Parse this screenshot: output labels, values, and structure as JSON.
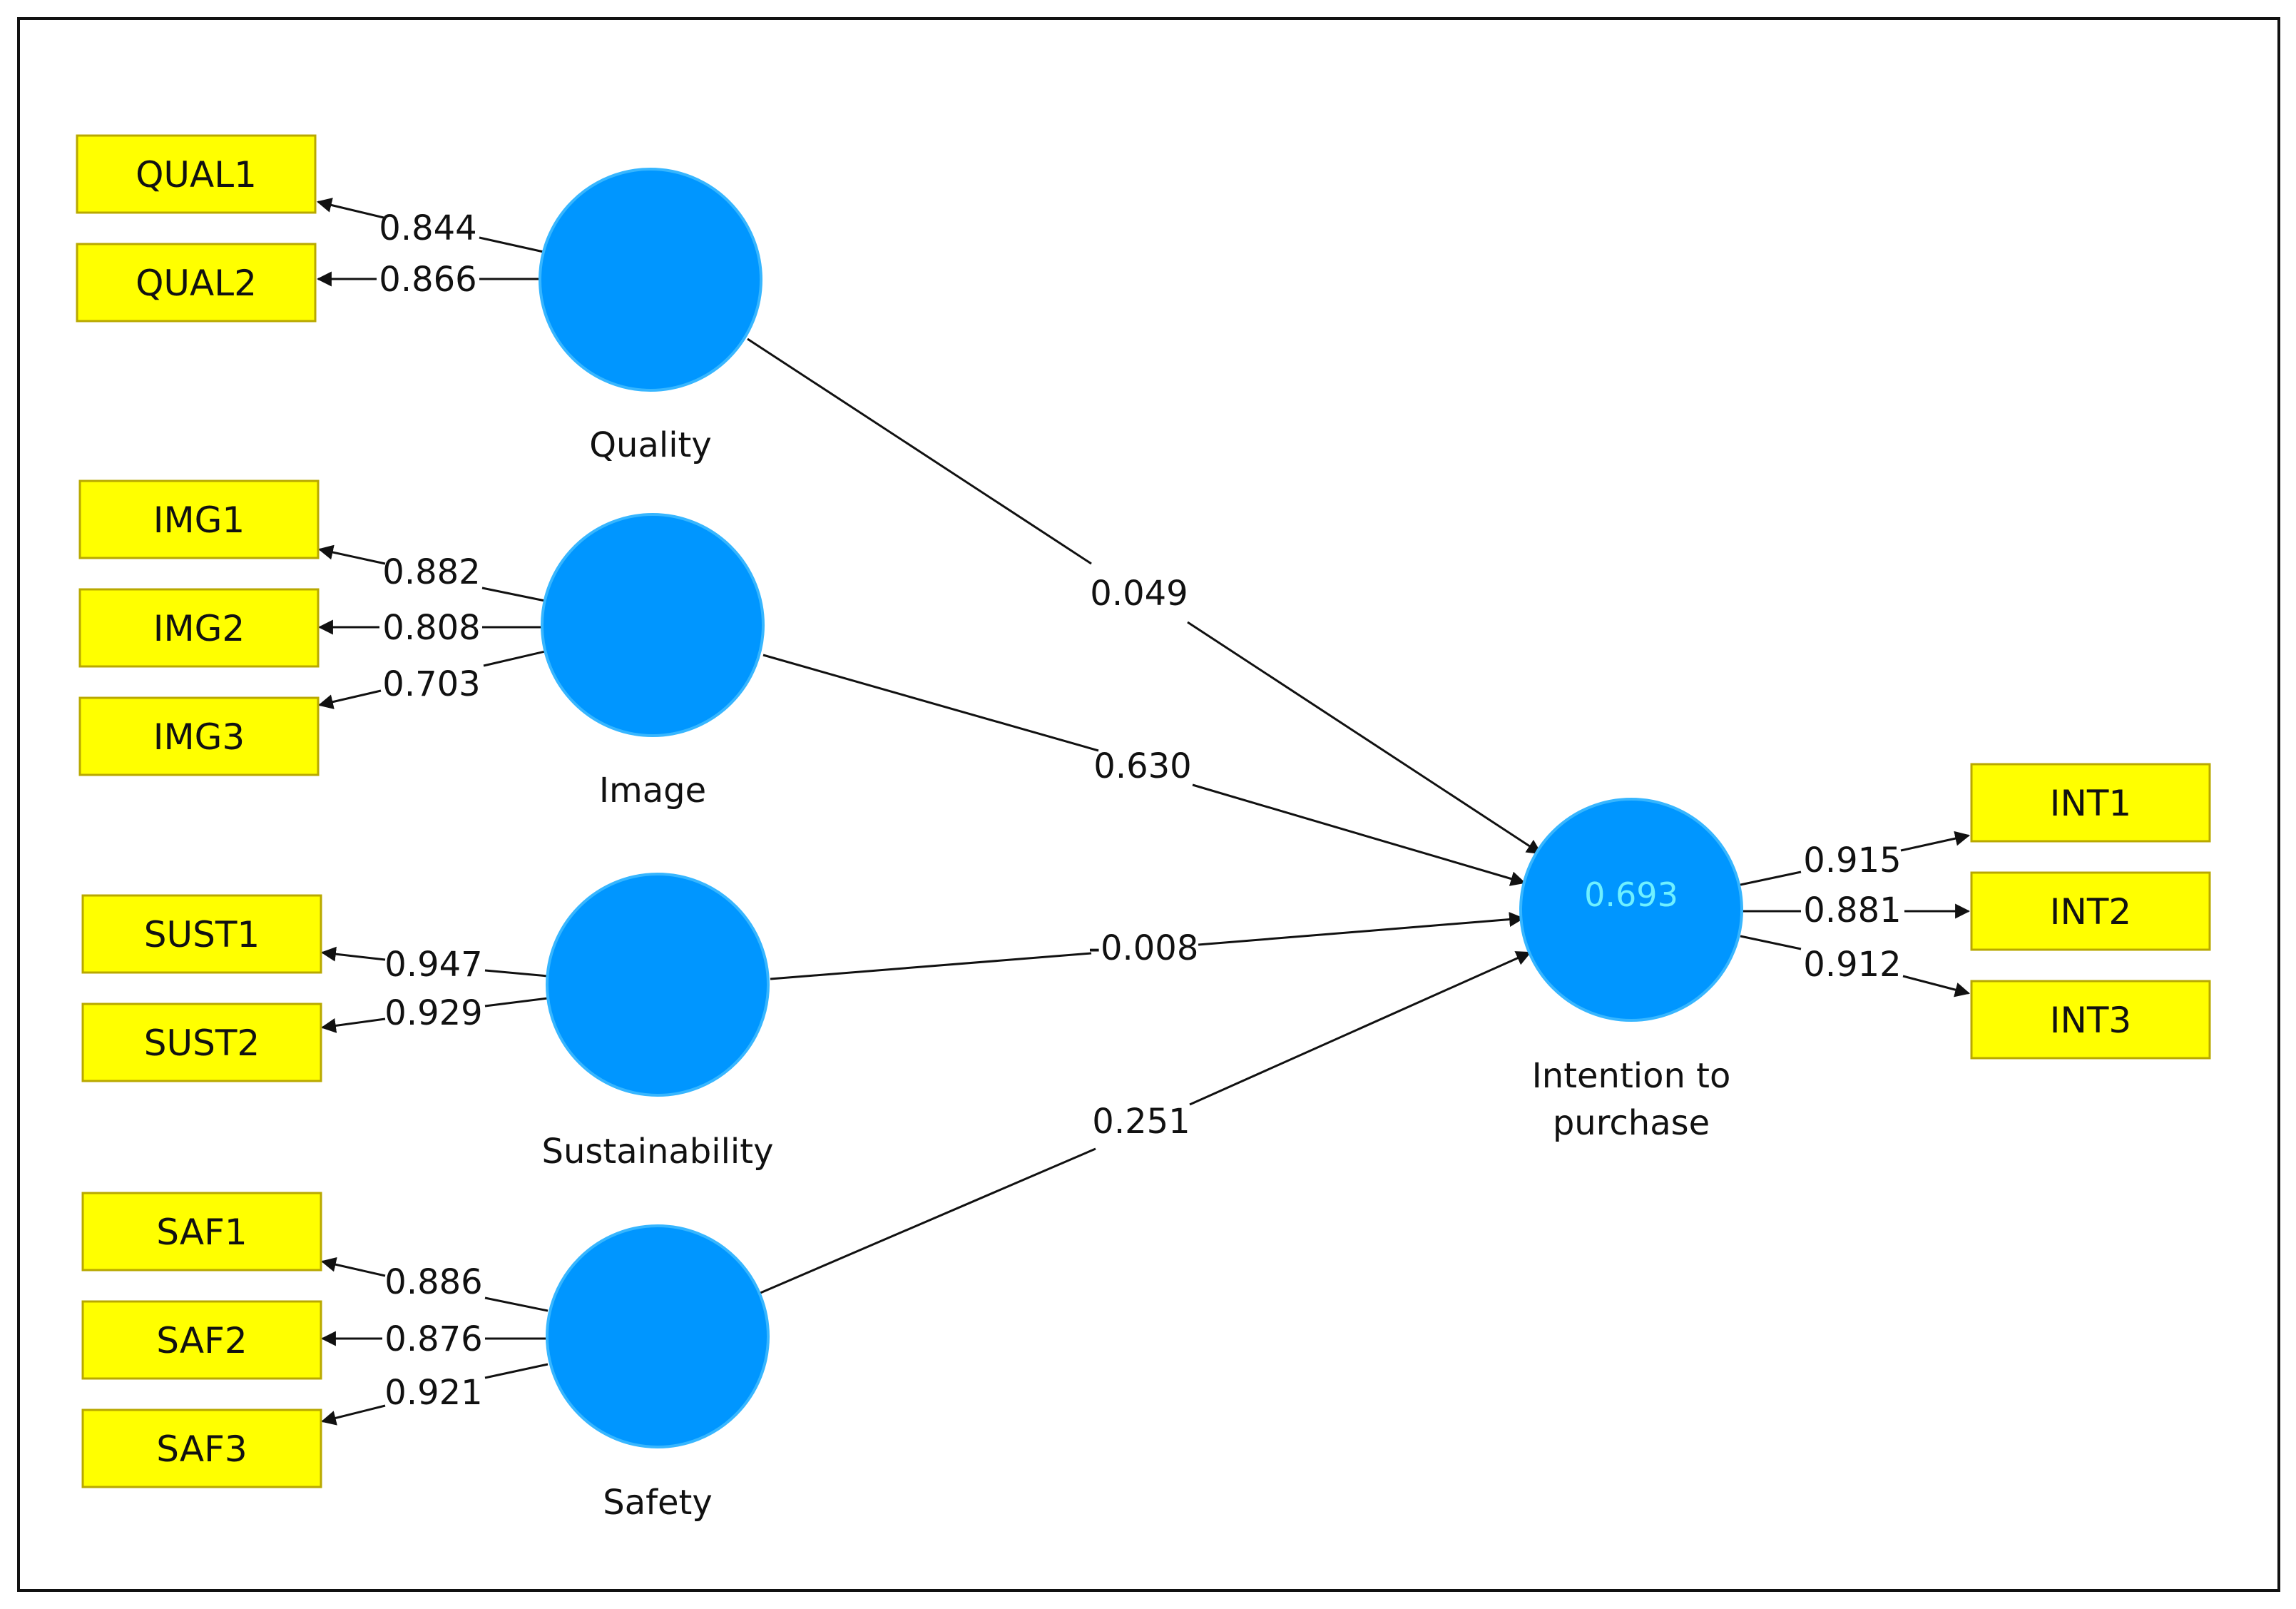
{
  "colors": {
    "indicator_fill": "#ffff00",
    "indicator_border": "#b8a800",
    "construct_fill": "#0096ff",
    "r2_text": "#6ff0ff",
    "line": "#111111"
  },
  "constructs": [
    {
      "id": "quality",
      "label": "Quality"
    },
    {
      "id": "image",
      "label": "Image"
    },
    {
      "id": "sustainability",
      "label": "Sustainability"
    },
    {
      "id": "safety",
      "label": "Safety"
    },
    {
      "id": "intention",
      "label_line1": "Intention to",
      "label_line2": "purchase",
      "r2": "0.693"
    }
  ],
  "indicators": [
    {
      "id": "qual1",
      "label": "QUAL1",
      "construct": "quality",
      "loading": "0.844"
    },
    {
      "id": "qual2",
      "label": "QUAL2",
      "construct": "quality",
      "loading": "0.866"
    },
    {
      "id": "img1",
      "label": "IMG1",
      "construct": "image",
      "loading": "0.882"
    },
    {
      "id": "img2",
      "label": "IMG2",
      "construct": "image",
      "loading": "0.808"
    },
    {
      "id": "img3",
      "label": "IMG3",
      "construct": "image",
      "loading": "0.703"
    },
    {
      "id": "sust1",
      "label": "SUST1",
      "construct": "sustainability",
      "loading": "0.947"
    },
    {
      "id": "sust2",
      "label": "SUST2",
      "construct": "sustainability",
      "loading": "0.929"
    },
    {
      "id": "saf1",
      "label": "SAF1",
      "construct": "safety",
      "loading": "0.886"
    },
    {
      "id": "saf2",
      "label": "SAF2",
      "construct": "safety",
      "loading": "0.876"
    },
    {
      "id": "saf3",
      "label": "SAF3",
      "construct": "safety",
      "loading": "0.921"
    },
    {
      "id": "int1",
      "label": "INT1",
      "construct": "intention",
      "loading": "0.915"
    },
    {
      "id": "int2",
      "label": "INT2",
      "construct": "intention",
      "loading": "0.881"
    },
    {
      "id": "int3",
      "label": "INT3",
      "construct": "intention",
      "loading": "0.912"
    }
  ],
  "paths": [
    {
      "from": "quality",
      "to": "intention",
      "coefficient": "0.049"
    },
    {
      "from": "image",
      "to": "intention",
      "coefficient": "0.630"
    },
    {
      "from": "sustainability",
      "to": "intention",
      "coefficient": "-0.008"
    },
    {
      "from": "safety",
      "to": "intention",
      "coefficient": "0.251"
    }
  ]
}
